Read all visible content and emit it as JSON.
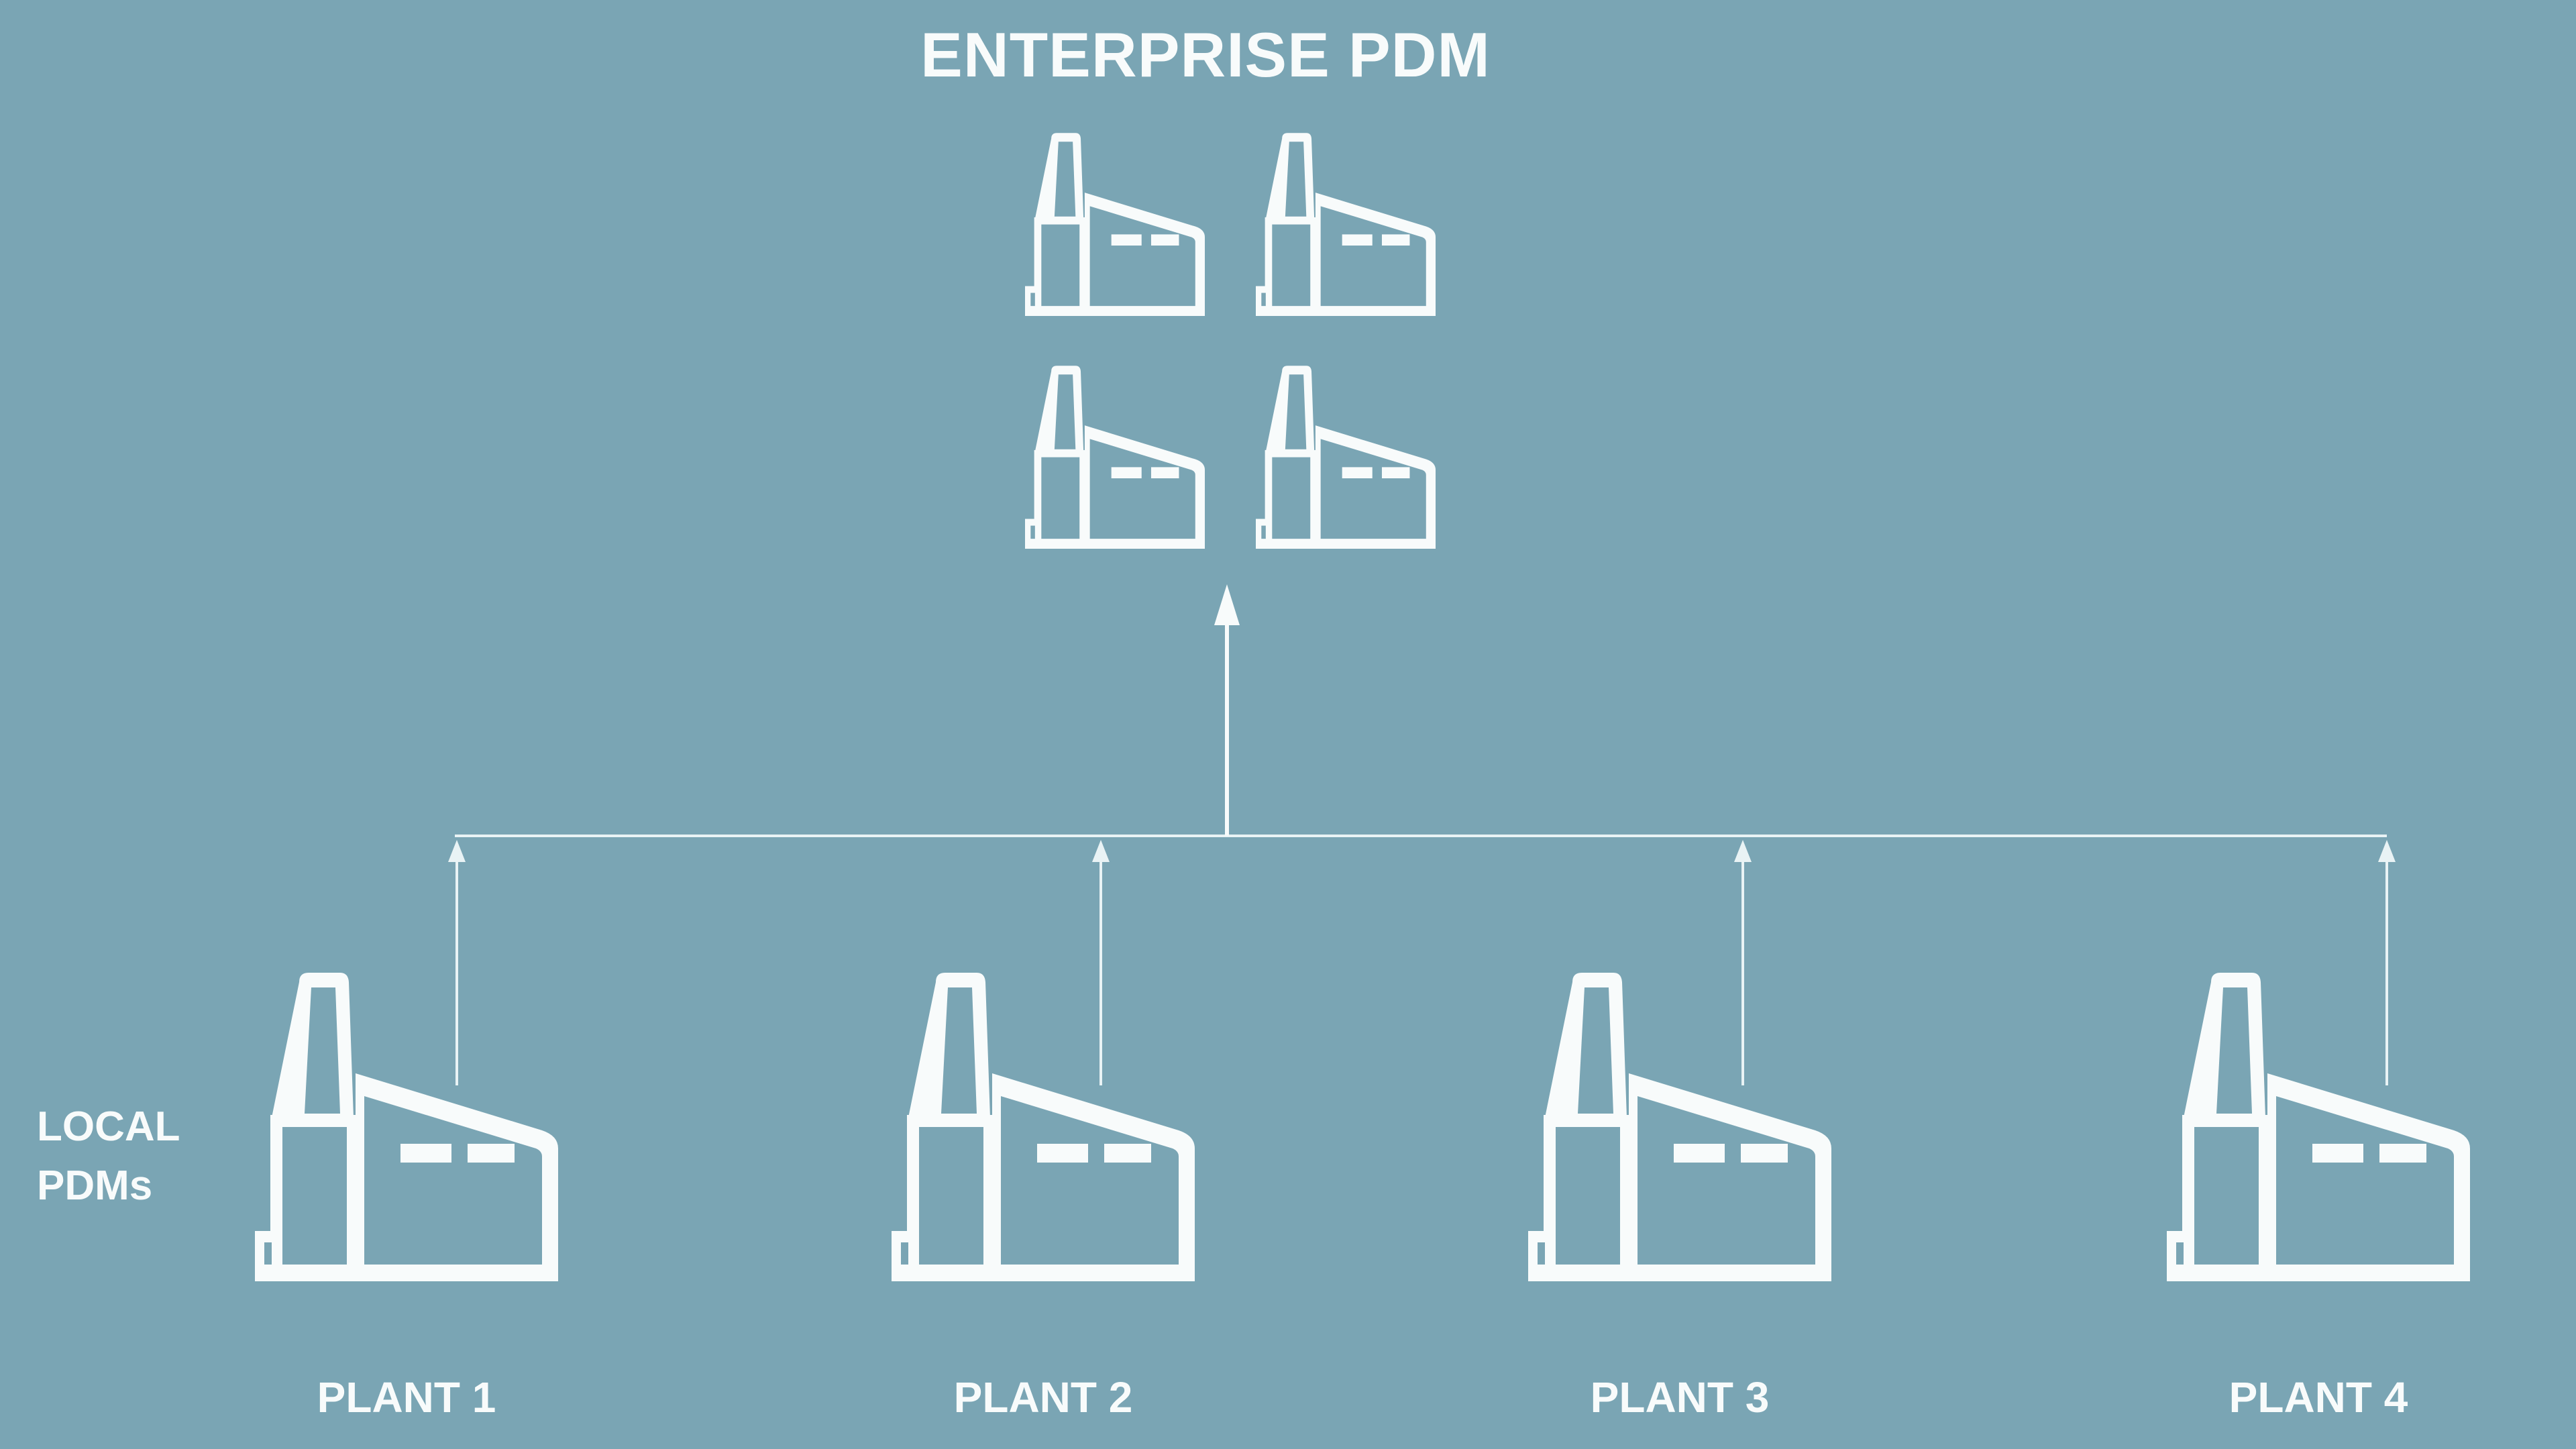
{
  "diagram": {
    "title": "ENTERPRISE PDM",
    "enterprise_group": {
      "icon": "factory-icon",
      "count": 4
    },
    "local_pdms_label": {
      "line1": "LOCAL",
      "line2": "PDMs"
    },
    "plants": [
      {
        "label": "PLANT 1"
      },
      {
        "label": "PLANT 2"
      },
      {
        "label": "PLANT 3"
      },
      {
        "label": "PLANT 4"
      }
    ],
    "colors": {
      "background": "#7AA5B4",
      "foreground": "#F8FBFB",
      "connector": "#E9F3F5"
    }
  }
}
